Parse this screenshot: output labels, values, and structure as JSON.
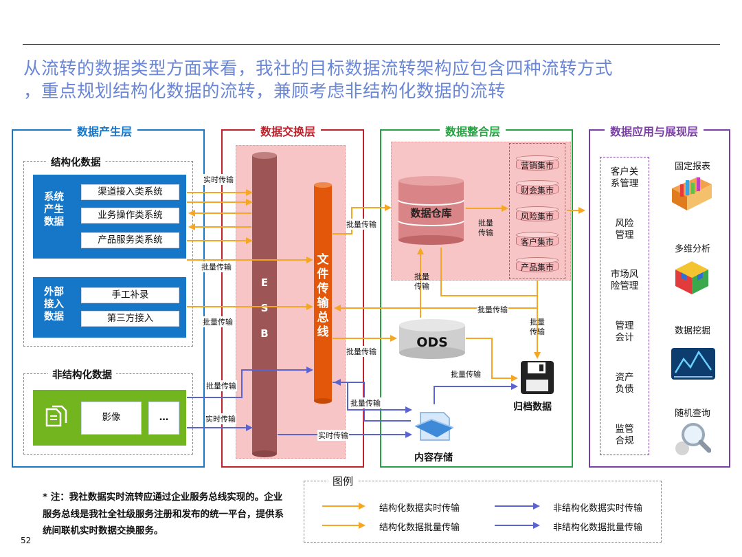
{
  "title": {
    "line1": "从流转的数据类型方面来看，我社的目标数据流转架构应包含四种流转方式",
    "line2": "，重点规划结构化数据的流转，兼顾考虑非结构化数据的流转"
  },
  "layers": {
    "production": "数据产生层",
    "exchange": "数据交换层",
    "integration": "数据整合层",
    "application": "数据应用与展现层"
  },
  "production": {
    "structured_label": "结构化数据",
    "system_group": "系统\n产生\n数据",
    "systems": [
      "渠道接入类系统",
      "业务操作类系统",
      "产品服务类系统"
    ],
    "external_group": "外部\n接入\n数据",
    "external": [
      "手工补录",
      "第三方接入"
    ],
    "unstructured_label": "非结构化数据",
    "image_label": "影像",
    "more_label": "…"
  },
  "exchange": {
    "esb": "E\nS\nB",
    "file_bus": "文件传输总线"
  },
  "integration": {
    "warehouse": "数据仓库",
    "marts": [
      "营销集市",
      "财会集市",
      "风险集市",
      "客户集市",
      "产品集市"
    ],
    "ods": "ODS",
    "archive": "归档数据",
    "content_store": "内容存储"
  },
  "application": {
    "items": [
      "客户关\n系管理",
      "风险\n管理",
      "市场风\n险管理",
      "管理\n会计",
      "资产\n负债",
      "监管\n合规"
    ],
    "displays": [
      "固定报表",
      "多维分析",
      "数据挖掘",
      "随机查询"
    ]
  },
  "flow_labels": {
    "realtime": "实时传输",
    "batch": "批量传输",
    "batch_v": "批量\n传输"
  },
  "legend": {
    "title": "图例",
    "items": [
      "结构化数据实时传输",
      "非结构化数据实时传输",
      "结构化数据批量传输",
      "非结构化数据批量传输"
    ]
  },
  "note": "* 注：我社数据实时流转应通过企业服务总线实现的。企业服务总线是我社全社级服务注册和发布的统一平台，提供系统间联机实时数据交换服务。",
  "page_number": "52",
  "colors": {
    "title": "#6a86d6",
    "production": "#1676c8",
    "exchange": "#c0202a",
    "integration": "#27a243",
    "application": "#7a3fa3",
    "structured_arrow": "#f5a623",
    "unstructured_arrow": "#5b63cf"
  }
}
